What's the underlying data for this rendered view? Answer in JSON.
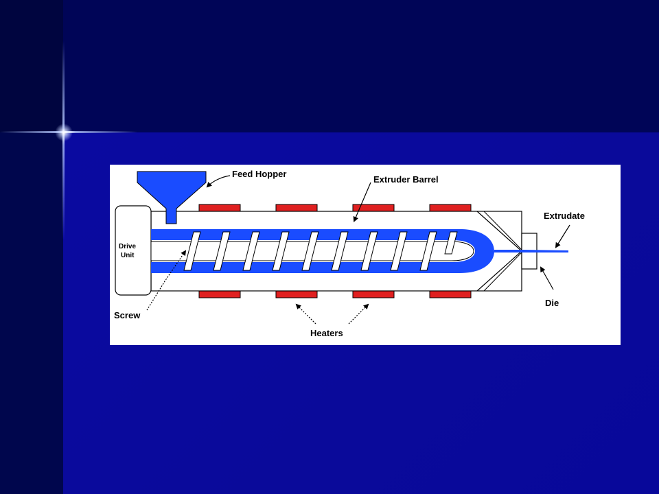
{
  "labels": {
    "feed_hopper": "Feed Hopper",
    "extruder_barrel": "Extruder Barrel",
    "extrudate": "Extrudate",
    "drive_unit_line1": "Drive",
    "drive_unit_line2": "Unit",
    "screw": "Screw",
    "die": "Die",
    "heaters": "Heaters"
  },
  "colors": {
    "slide_background": "#0a0aa0",
    "diagram_background": "#ffffff",
    "polymer_blue": "#1a4cff",
    "heater_red": "#e02020",
    "outline": "#000000"
  }
}
